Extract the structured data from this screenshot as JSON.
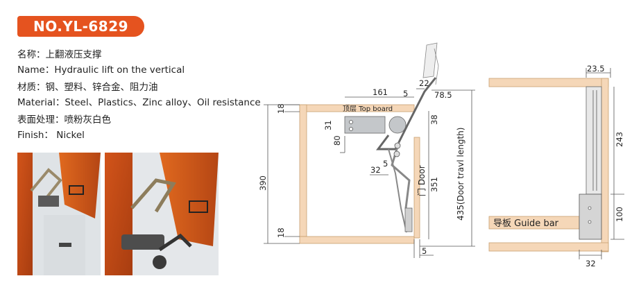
{
  "header": {
    "model": "NO.YL-6829"
  },
  "specs": {
    "name_cn": "名称：上翻液压支撑",
    "name_en": "Name：Hydraulic lift on the vertical",
    "material_cn": "材质：钢、塑料、锌合金、阻力油",
    "material_en": "Material：Steel、Plastics、Zinc alloy、Oil resistance",
    "finish_cn": "表面处理：喷粉灰白色",
    "finish_en": "Finish： Nickel"
  },
  "diagram_left": {
    "top_board_label": "顶层 Top board",
    "door_label": "门 Door",
    "door_travel_label": "435(Door travl length)",
    "dims": {
      "d161": "161",
      "d22": "22",
      "d5a": "5",
      "d78_5": "78.5",
      "d18a": "18",
      "d31": "31",
      "d80": "80",
      "d38": "38",
      "d32": "32",
      "d5b": "5",
      "d390": "390",
      "d351": "351",
      "d18b": "18",
      "d5c": "5"
    }
  },
  "diagram_right": {
    "guide_bar_label": "导板 Guide bar",
    "dims": {
      "d23_5": "23.5",
      "d243": "243",
      "d100": "100",
      "d32": "32"
    }
  },
  "colors": {
    "accent": "#e5531f",
    "board": "#f5d7b8",
    "board_edge": "#c8a070",
    "metal": "#b9bcc0"
  }
}
